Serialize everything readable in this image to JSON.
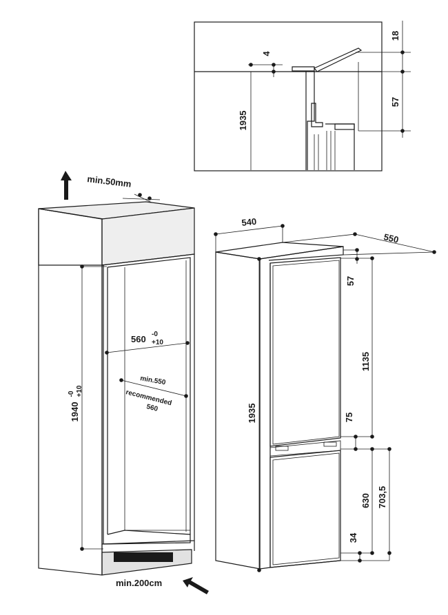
{
  "detail": {
    "d18": "18",
    "d4": "4",
    "d1935": "1935",
    "d57": "57"
  },
  "cabinet": {
    "min_top_gap": "min.50mm",
    "height_main": "1940",
    "height_tol_top": "-0",
    "height_tol_bot": "+10",
    "width_main": "560",
    "width_tol_top": "-0",
    "width_tol_bot": "+10",
    "depth_min": "min.550",
    "depth_recommended_label": "recommended",
    "depth_recommended": "560",
    "vent_area": "min.200cm"
  },
  "appliance": {
    "width": "540",
    "depth": "550",
    "height": "1935",
    "d57": "57",
    "d1135": "1135",
    "d75": "75",
    "d630": "630",
    "d703": "703,5",
    "d34": "34"
  }
}
